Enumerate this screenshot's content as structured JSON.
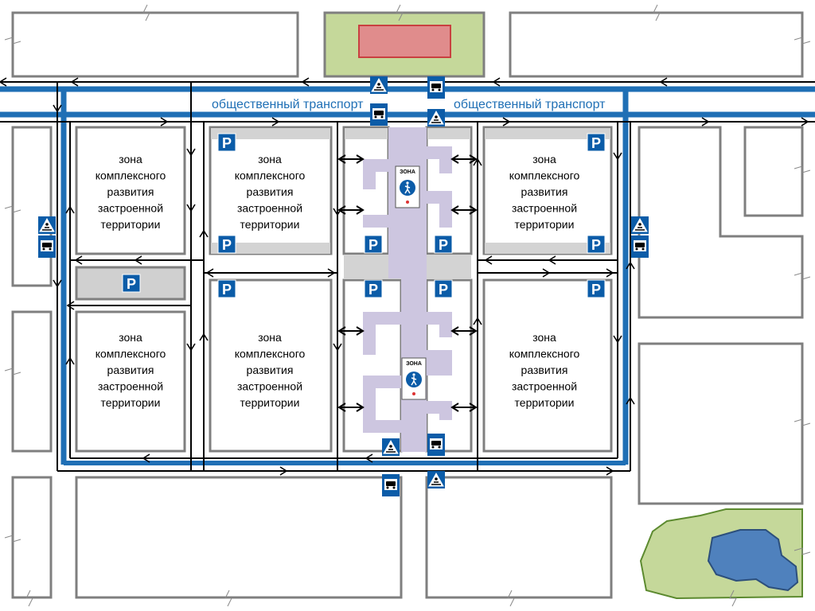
{
  "zones": [
    {
      "id": "z1",
      "lines": [
        "зона",
        "комплексного",
        "развития",
        "застроенной",
        "территории"
      ]
    },
    {
      "id": "z2",
      "lines": [
        "зона",
        "комплексного",
        "развития",
        "застроенной",
        "территории"
      ]
    },
    {
      "id": "z3",
      "lines": [
        "зона",
        "комплексного",
        "развития",
        "застроенной",
        "территории"
      ]
    },
    {
      "id": "z4",
      "lines": [
        "зона",
        "комплексного",
        "развития",
        "застроенной",
        "территории"
      ]
    },
    {
      "id": "z5",
      "lines": [
        "зона",
        "комплексного",
        "развития",
        "застроенной",
        "территории"
      ]
    },
    {
      "id": "z6",
      "lines": [
        "зона",
        "комплексного",
        "развития",
        "застроенной",
        "территории"
      ]
    }
  ],
  "labels": {
    "public_transport_left": "общественный транспорт",
    "public_transport_right": "общественный транспорт"
  },
  "signs": {
    "parking_letter": "P",
    "pedestrian_zone_text": "ЗОНА"
  },
  "colors": {
    "transit_blue": "#1f6fb5",
    "sign_blue": "#0b5ca8",
    "building_fill": "#e08c8c",
    "building_stroke": "#c94040",
    "green_area": "#c5d89a",
    "water": "#4f81bd",
    "pedestrian_path": "#cdc6e0",
    "block_stroke": "#7f7f7f"
  }
}
